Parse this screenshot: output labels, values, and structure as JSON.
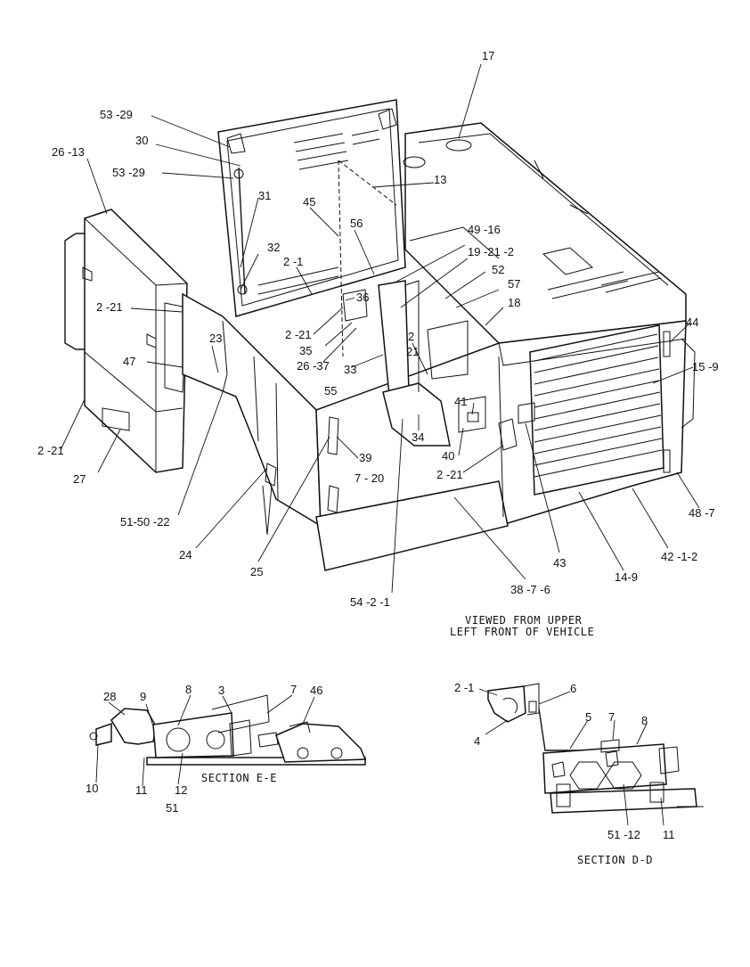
{
  "caption": {
    "line1": "VIEWED FROM UPPER",
    "line2": "LEFT FRONT OF VEHICLE"
  },
  "section_e": "SECTION E-E",
  "section_d": "SECTION D-D",
  "main_callouts": [
    "53 -29",
    "30",
    "53 -29",
    "26 -13",
    "31",
    "45",
    "56",
    "13",
    "17",
    "49 -16",
    "19 -21 -2",
    "52",
    "57",
    "18",
    "32",
    "2 -1",
    "36",
    "2 -21",
    "2 -21",
    "35",
    "26 -37",
    "33",
    "2",
    "21",
    "55",
    "23",
    "47",
    "44",
    "15 -9",
    "41",
    "34",
    "40",
    "39",
    "2 -21",
    "7 - 20",
    "2 -21",
    "27",
    "51-50 -22",
    "24",
    "25",
    "43",
    "14-9",
    "42 -1-2",
    "48 -7",
    "38 -7 -6",
    "54 -2 -1"
  ],
  "section_e_callouts": [
    "28",
    "9",
    "8",
    "3",
    "7",
    "46",
    "10",
    "11",
    "12",
    "51"
  ],
  "section_d_callouts": [
    "2 -1",
    "6",
    "5",
    "7",
    "8",
    "4",
    "51 -12",
    "11"
  ]
}
